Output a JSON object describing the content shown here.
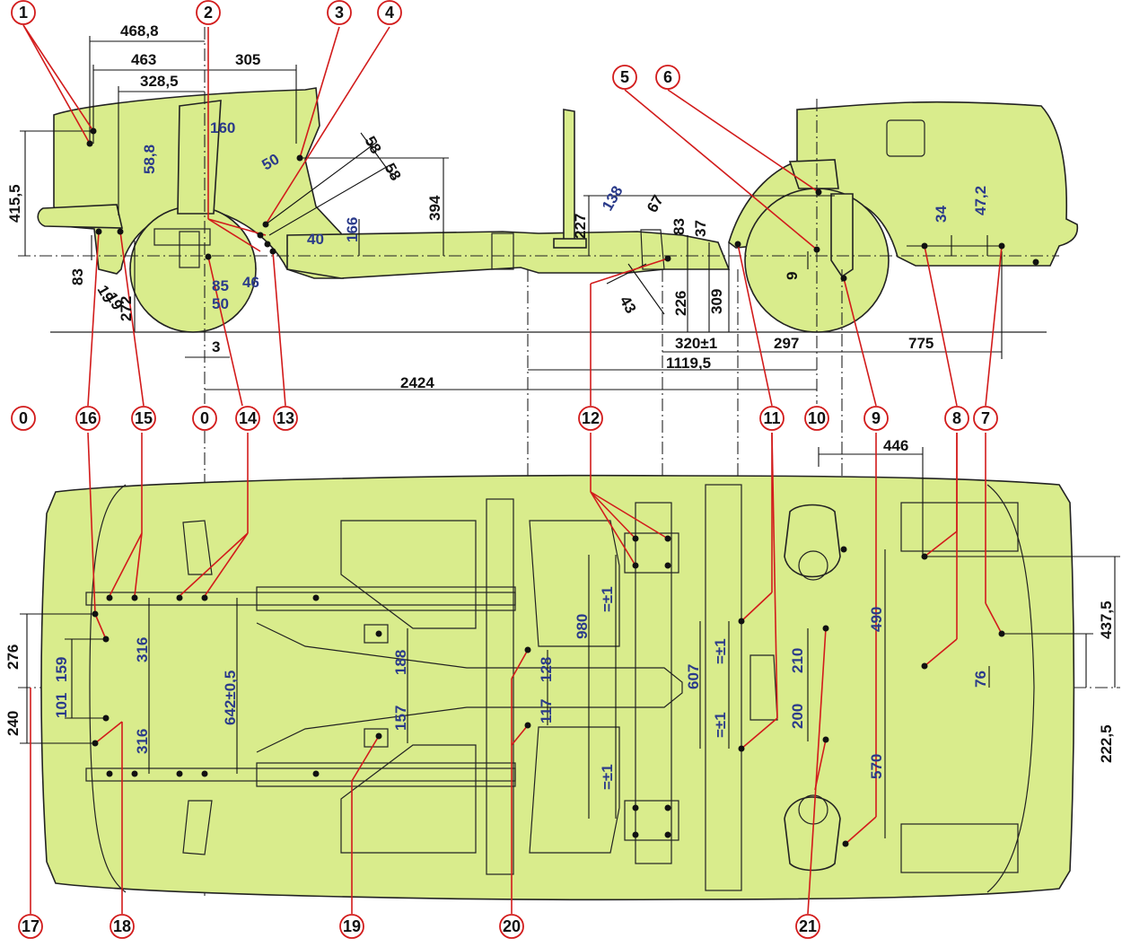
{
  "callouts_top": [
    {
      "id": "c1",
      "label": "1"
    },
    {
      "id": "c2",
      "label": "2"
    },
    {
      "id": "c3",
      "label": "3"
    },
    {
      "id": "c4",
      "label": "4"
    },
    {
      "id": "c5",
      "label": "5"
    },
    {
      "id": "c6",
      "label": "6"
    }
  ],
  "callouts_mid": [
    {
      "id": "m0a",
      "label": "0"
    },
    {
      "id": "m16",
      "label": "16"
    },
    {
      "id": "m15",
      "label": "15"
    },
    {
      "id": "m0b",
      "label": "0"
    },
    {
      "id": "m14",
      "label": "14"
    },
    {
      "id": "m13",
      "label": "13"
    },
    {
      "id": "m12",
      "label": "12"
    },
    {
      "id": "m11",
      "label": "11"
    },
    {
      "id": "m10",
      "label": "10"
    },
    {
      "id": "m9",
      "label": "9"
    },
    {
      "id": "m8",
      "label": "8"
    },
    {
      "id": "m7",
      "label": "7"
    }
  ],
  "callouts_bottom": [
    {
      "id": "b17",
      "label": "17"
    },
    {
      "id": "b18",
      "label": "18"
    },
    {
      "id": "b19",
      "label": "19"
    },
    {
      "id": "b20",
      "label": "20"
    },
    {
      "id": "b21",
      "label": "21"
    }
  ],
  "dimensions_black": {
    "d468": "468,8",
    "d463": "463",
    "d305": "305",
    "d328": "328,5",
    "d415": "415,5",
    "d394": "394",
    "d227": "227",
    "d83a": "83",
    "d37": "37",
    "d83b": "83",
    "d67": "67",
    "d58a": "58",
    "d58b": "58",
    "d19a": "19",
    "d19b": "19",
    "d272": "272",
    "d3": "3",
    "d226": "226",
    "d309": "309",
    "d9": "9",
    "d43": "43",
    "d320": "320±1",
    "d297": "297",
    "d775": "775",
    "d1119": "1119,5",
    "d2424": "2424",
    "d446": "446",
    "d276": "276",
    "d240": "240",
    "d437": "437,5",
    "d222": "222,5"
  },
  "dimensions_blue": {
    "b588": "58,8",
    "b160": "160",
    "b50a": "50",
    "b40": "40",
    "b166": "166",
    "b85": "85",
    "b46": "46",
    "b50b": "50",
    "b138": "138",
    "b34": "34",
    "b472": "47,2",
    "b159": "159",
    "b101": "101",
    "b316a": "316",
    "b316b": "316",
    "b642": "642±0,5",
    "b188": "188",
    "b157": "157",
    "b128": "128",
    "b117": "117",
    "b980": "980",
    "b607": "607",
    "b210": "210",
    "b200": "200",
    "b490": "490",
    "b570": "570",
    "b76": "76",
    "beq1": "=±1",
    "beq2": "=±1",
    "beq3": "=±1",
    "beq4": "=±1"
  },
  "colors": {
    "body": "#d9ec8c",
    "callout": "#d21b1b",
    "blue": "#2a3a8a"
  }
}
